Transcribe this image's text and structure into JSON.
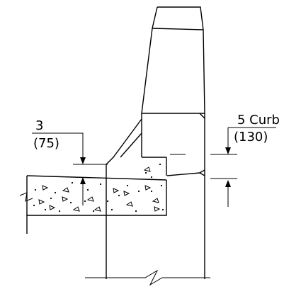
{
  "callouts": {
    "left_value": "3",
    "left_metric": "(75)",
    "right_value": "5 Curb",
    "right_metric": "(130)"
  }
}
